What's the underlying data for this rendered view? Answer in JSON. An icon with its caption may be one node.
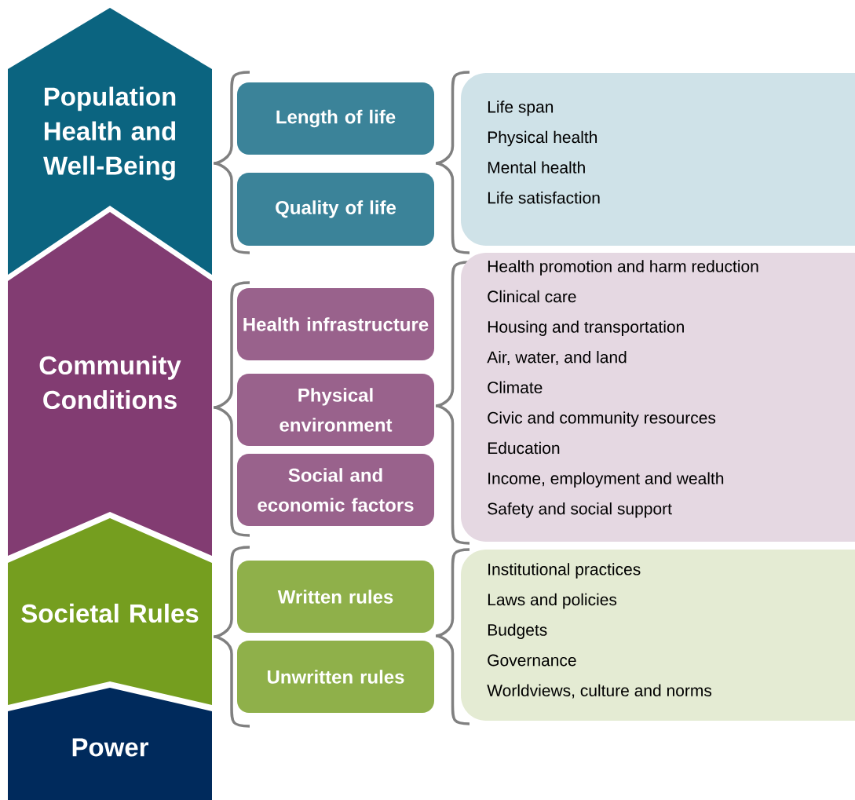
{
  "diagram": {
    "nodes": [
      {
        "text": [
          "Population Health and Well-Being"
        ]
      },
      {
        "text": [
          "Length of life"
        ]
      },
      {
        "text": [
          "Quality of life"
        ]
      },
      {
        "text": [
          "Life span",
          "Physical health",
          "Mental health",
          "Life satisfaction"
        ]
      },
      {
        "text": [
          "Community Conditions"
        ]
      },
      {
        "text": [
          "Health infrastructure"
        ]
      },
      {
        "text": [
          "Physical environment"
        ]
      },
      {
        "text": [
          "Social and economic factors"
        ]
      },
      {
        "text": [
          "Health promotion and harm reduction",
          "Clinical care",
          "Housing and transportation",
          "Air, water, and land",
          "Climate",
          "Civic and community resources",
          "Education",
          "Income, employment and wealth",
          "Safety and social support"
        ]
      },
      {
        "text": [
          "Societal Rules"
        ]
      },
      {
        "text": [
          "Written rules"
        ]
      },
      {
        "text": [
          "Unwritten rules"
        ]
      },
      {
        "text": [
          "Institutional practices",
          "Laws and policies",
          "Budgets",
          "Governance",
          "Worldviews, culture and norms"
        ]
      },
      {
        "text": [
          "Power"
        ]
      }
    ]
  }
}
